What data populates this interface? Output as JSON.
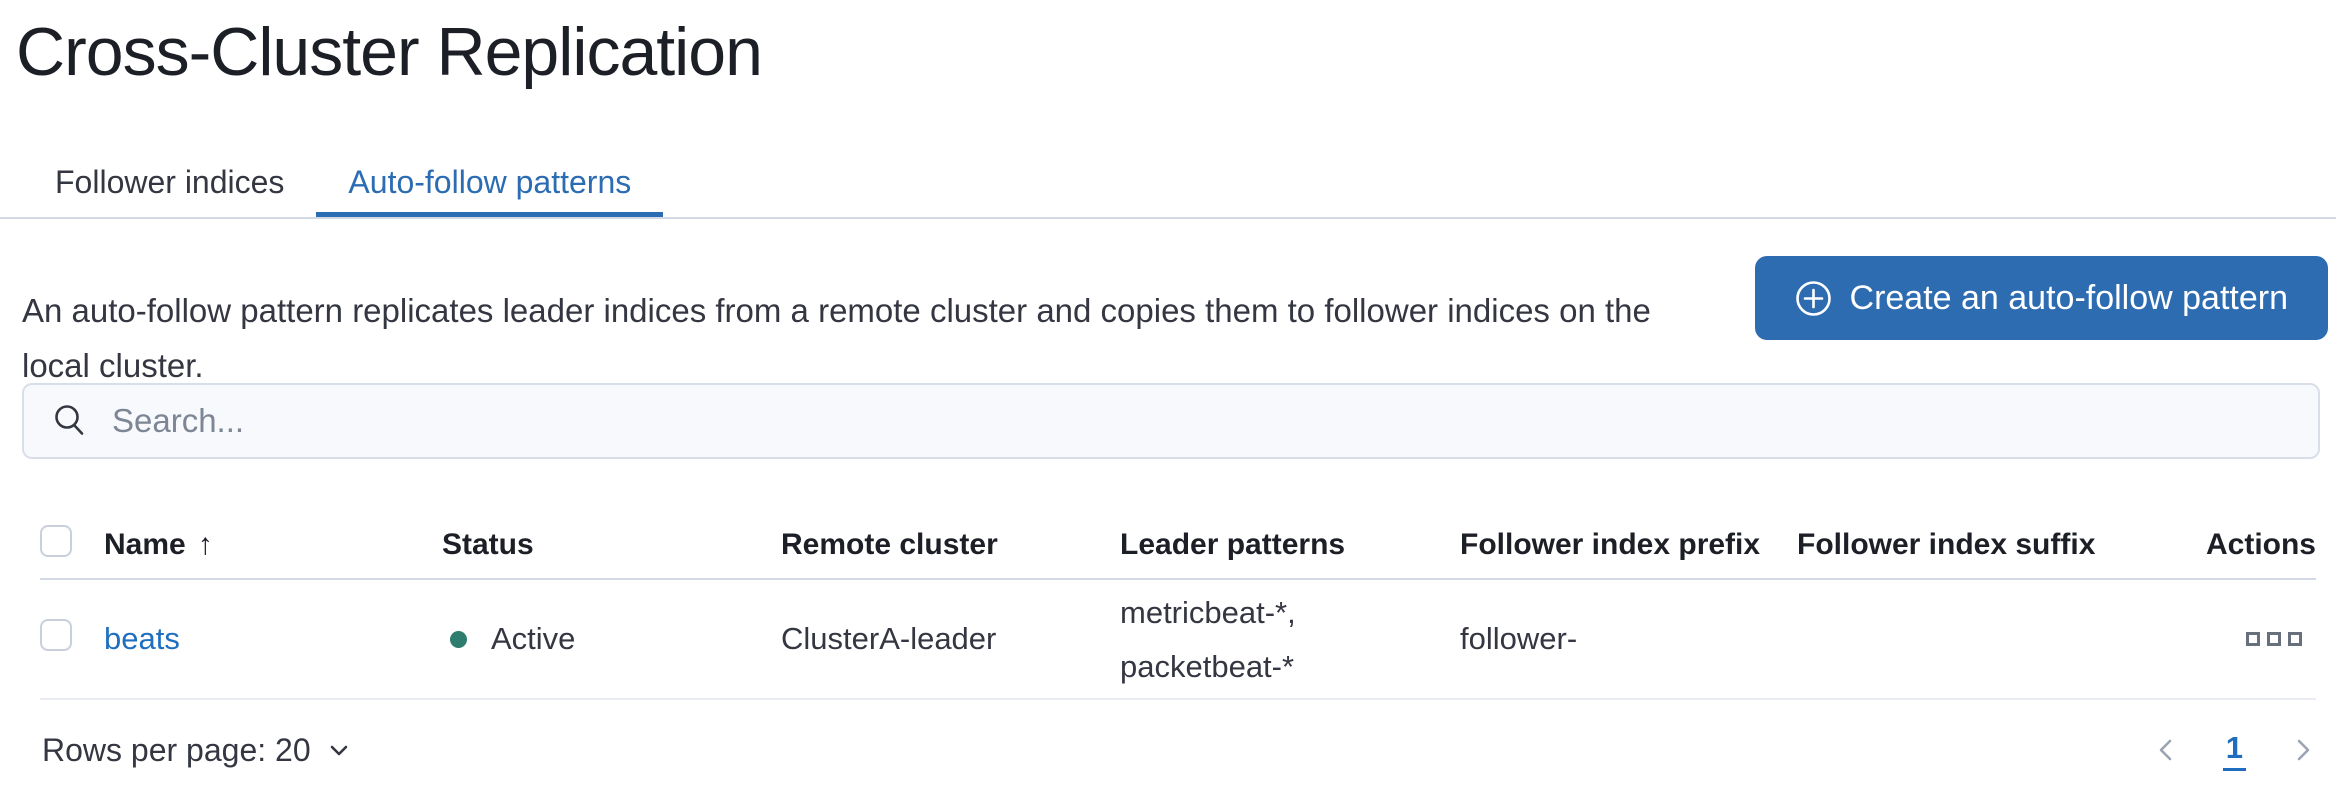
{
  "page": {
    "title": "Cross-Cluster Replication"
  },
  "tabs": [
    {
      "label": "Follower indices",
      "active": false
    },
    {
      "label": "Auto-follow patterns",
      "active": true
    }
  ],
  "description": "An auto-follow pattern replicates leader indices from a remote cluster and copies them to follower indices on the local cluster.",
  "create_button": {
    "label": "Create an auto-follow pattern",
    "icon": "plus-in-circle"
  },
  "search": {
    "placeholder": "Search...",
    "icon": "magnifier"
  },
  "table": {
    "columns": {
      "name": "Name",
      "status": "Status",
      "remote_cluster": "Remote cluster",
      "leader_patterns": "Leader patterns",
      "follower_index_prefix": "Follower index prefix",
      "follower_index_suffix": "Follower index suffix",
      "actions": "Actions"
    },
    "sort": {
      "column": "Name",
      "direction": "ascending",
      "arrow": "↑"
    },
    "rows": [
      {
        "name": "beats",
        "status": "Active",
        "remote_cluster": "ClusterA-leader",
        "leader_patterns": [
          "metricbeat-*,",
          "packetbeat-*"
        ],
        "follower_index_prefix": "follower-",
        "follower_index_suffix": "",
        "actions_icon": "boxes-horizontal"
      }
    ]
  },
  "footer": {
    "rows_per_page_label": "Rows per page: 20",
    "pagination": {
      "current_page": "1"
    }
  },
  "colors": {
    "accent_blue": "#2b6cb3",
    "button_blue": "#2e6cb2",
    "link_blue": "#1f6fbf",
    "pagination_blue": "#1e6dbe",
    "status_active_green": "#2e7d6e",
    "divider_gray": "#d3dae6",
    "icon_gray": "#69707d",
    "search_bg": "#f7f9fc"
  }
}
